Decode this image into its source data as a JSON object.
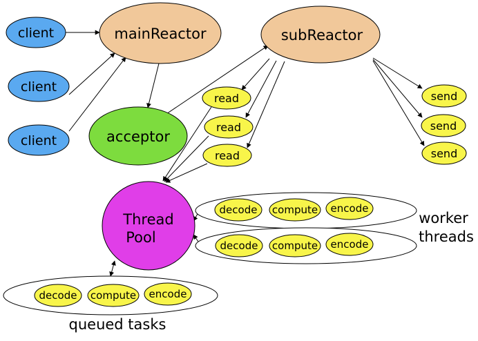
{
  "nodes": {
    "clients": [
      "client",
      "client",
      "client"
    ],
    "main_reactor": "mainReactor",
    "sub_reactor": "subReactor",
    "acceptor": "acceptor",
    "reads": [
      "read",
      "read",
      "read"
    ],
    "sends": [
      "send",
      "send",
      "send"
    ],
    "thread_pool": [
      "Thread",
      "Pool"
    ]
  },
  "worker_threads": {
    "label": [
      "worker",
      "threads"
    ],
    "rows": [
      [
        "decode",
        "compute",
        "encode"
      ],
      [
        "decode",
        "compute",
        "encode"
      ]
    ]
  },
  "queued_tasks": {
    "label": "queued tasks",
    "tasks": [
      "decode",
      "compute",
      "encode"
    ]
  },
  "colors": {
    "client": "#5aa9f0",
    "reactor": "#f1c89a",
    "acceptor": "#7ddc3e",
    "task": "#f8f54a",
    "pool": "#e03ee8"
  }
}
